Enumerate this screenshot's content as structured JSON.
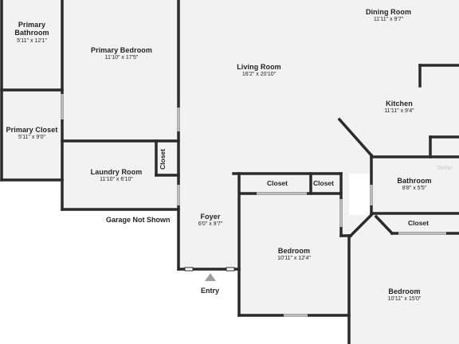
{
  "rooms": {
    "primary_bathroom": {
      "name_line1": "Primary",
      "name_line2": "Bathroom",
      "dims": "5'11\" x 12'1\""
    },
    "primary_bedroom": {
      "name": "Primary Bedroom",
      "dims": "11'10\" x 17'5\""
    },
    "dining_room": {
      "name": "Dining Room",
      "dims": "11'11\" x 9'7\""
    },
    "living_room": {
      "name": "Living Room",
      "dims": "16'2\" x 20'10\""
    },
    "kitchen": {
      "name": "Kitchen",
      "dims": "11'11\" x 9'4\""
    },
    "primary_closet": {
      "name": "Primary Closet",
      "dims": "5'11\" x 9'0\""
    },
    "laundry_room": {
      "name": "Laundry Room",
      "dims": "11'10\" x 6'10\""
    },
    "bathroom": {
      "name": "Bathroom",
      "dims": "8'8\" x 5'5\""
    },
    "foyer": {
      "name": "Foyer",
      "dims": "6'0\" x 9'7\""
    },
    "bedroom_center": {
      "name": "Bedroom",
      "dims": "10'11\" x 12'4\""
    },
    "bedroom_right": {
      "name": "Bedroom",
      "dims": "10'11\" x 15'0\""
    }
  },
  "closets": {
    "laundry_closet": "Closet",
    "bedroom_closet_left": "Closet",
    "bedroom_closet_right": "Closet",
    "bedroom_right_closet": "Closet"
  },
  "notes": {
    "garage": "Garage Not Shown",
    "entry": "Entry"
  },
  "watermark": "Stellar",
  "colors": {
    "wall": "#2b2b2b",
    "floor": "#f2f2f2",
    "window": "#bdbdbd",
    "entry_marker": "#9e9e9e"
  }
}
